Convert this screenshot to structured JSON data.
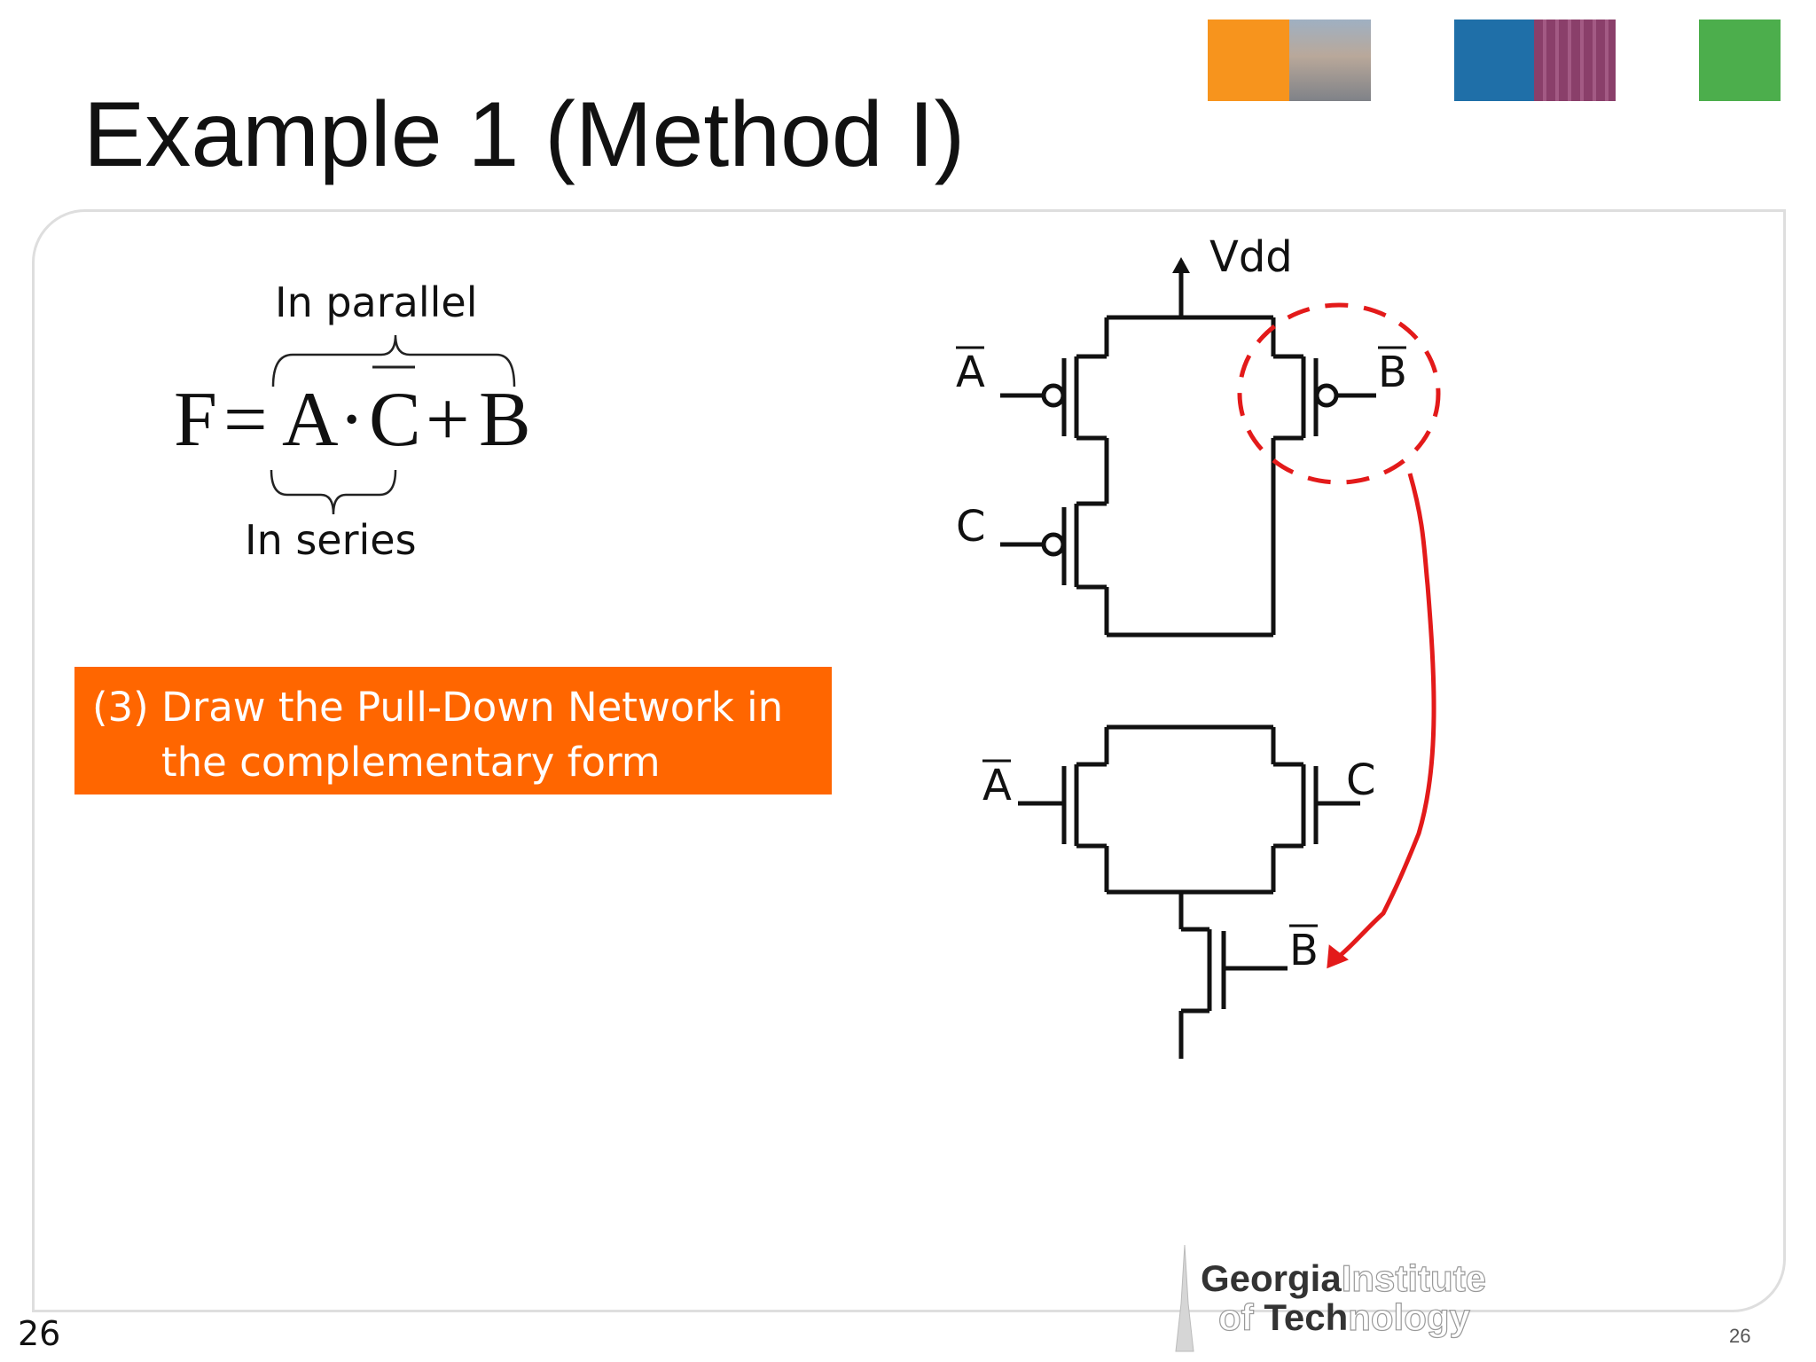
{
  "slide": {
    "title": "Example 1 (Method I)",
    "page_number": "26",
    "page_number_small": "26"
  },
  "equation": {
    "top_label": "In parallel",
    "bottom_label": "In series",
    "lhs": "F",
    "equals": "=",
    "term_a": "A",
    "dot": "·",
    "term_c": "C",
    "plus": "+",
    "term_b": "B"
  },
  "callout": {
    "line1": "(3) Draw the Pull-Down Network in",
    "line2": "the complementary form",
    "color": "#ff6600"
  },
  "circuit": {
    "supply_label": "Vdd",
    "pun_gate_a": "A",
    "pun_gate_c": "C",
    "pun_gate_b": "B",
    "pdn_gate_a": "A",
    "pdn_gate_c": "C",
    "pdn_gate_b": "B",
    "highlight_color": "#e31a1a"
  },
  "header_images": [
    {
      "name": "orange-tile",
      "color": "#f7941d"
    },
    {
      "name": "campus-photo-tile",
      "color": "#8a8f96"
    },
    {
      "name": "blue-tile",
      "color": "#1f6fa8"
    },
    {
      "name": "chip-photo-tile",
      "color": "#8a3f6a"
    },
    {
      "name": "green-tile",
      "color": "#4cae4c"
    }
  ],
  "logo": {
    "line1_bold": "Georgia",
    "line1_light": "Institute",
    "line2_bold": "of Tech",
    "line2_light": "nology"
  }
}
